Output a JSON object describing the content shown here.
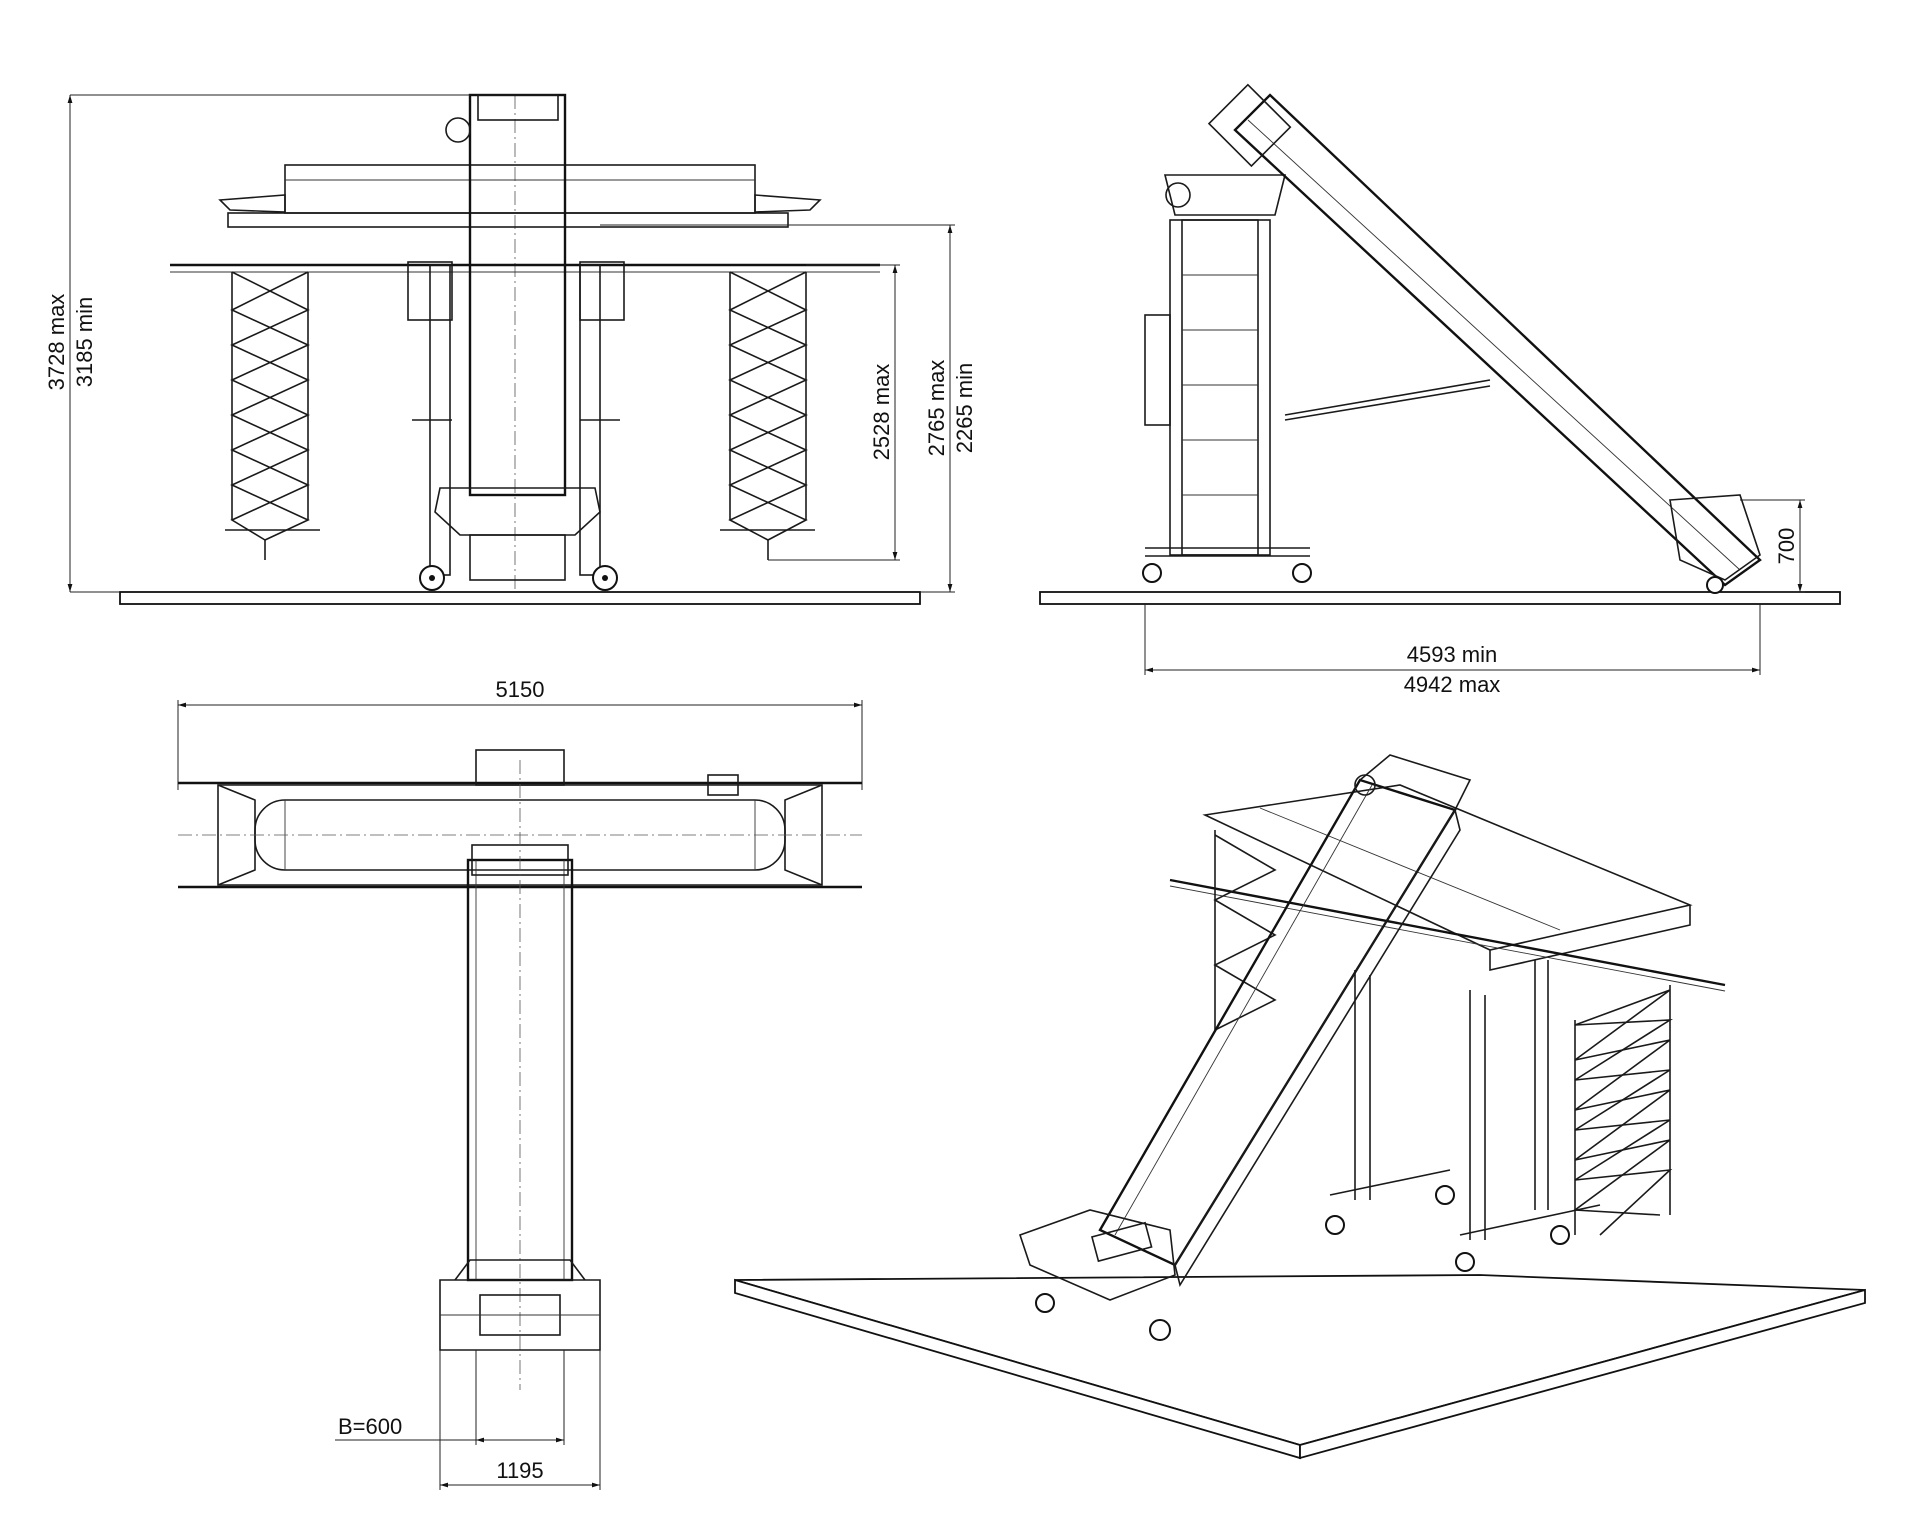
{
  "dimensions": {
    "front_height_max": "3728 max",
    "front_height_min": "3185 min",
    "spiral_height_max": "2528 max",
    "frame_height_max": "2765 max",
    "frame_height_min": "2265 min",
    "side_length_min": "4593 min",
    "side_length_max": "4942 max",
    "infeed_height": "700",
    "overall_width": "5150",
    "belt_width": "B=600",
    "hopper_width": "1195"
  },
  "views": [
    "front-view",
    "side-view",
    "top-view",
    "isometric-view"
  ],
  "colors": {
    "line": "#1a1a1a",
    "background": "#ffffff"
  }
}
